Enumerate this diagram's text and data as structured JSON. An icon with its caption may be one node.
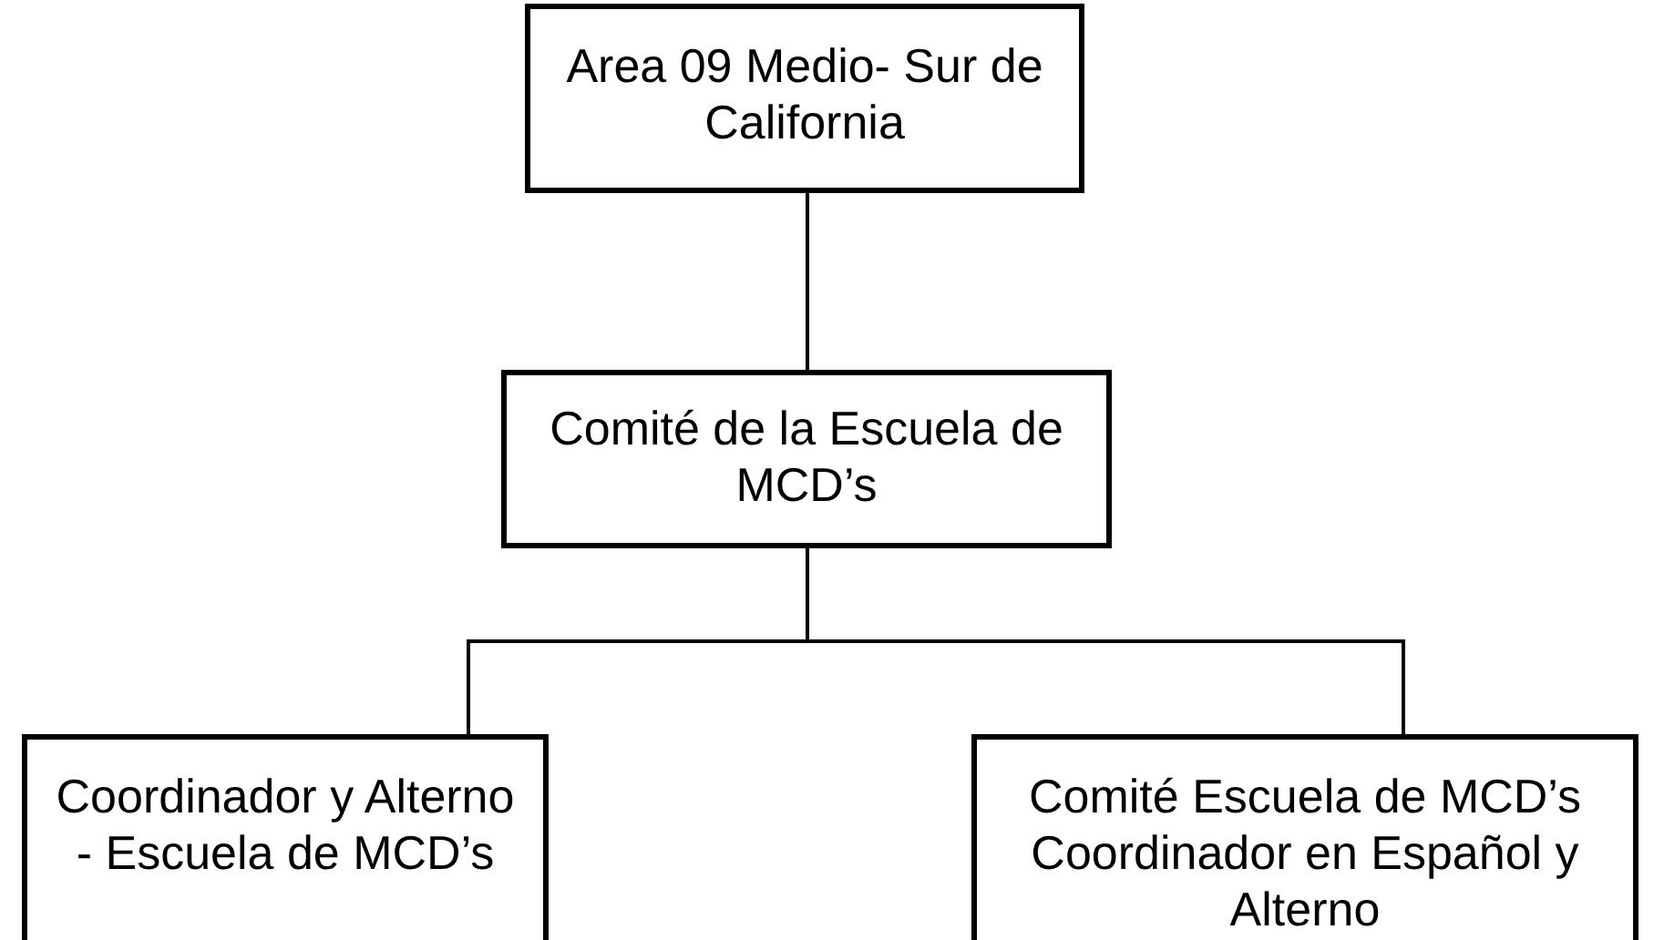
{
  "diagram": {
    "nodes": [
      {
        "text": [
          "Area 09 Medio- Sur de California"
        ]
      },
      {
        "text": [
          "Comité de la Escuela de MCD’s"
        ]
      },
      {
        "text": [
          "Coordinador y Alterno - Escuela de MCD’s"
        ]
      },
      {
        "text": [
          "Comité Escuela de MCD’s Coordinador en Español y Alterno"
        ]
      }
    ],
    "edges": [
      {
        "from": 0,
        "to": 1,
        "arrow": "none"
      },
      {
        "from": 1,
        "to": 2,
        "arrow": "none"
      },
      {
        "from": 1,
        "to": 3,
        "arrow": "none"
      }
    ]
  }
}
